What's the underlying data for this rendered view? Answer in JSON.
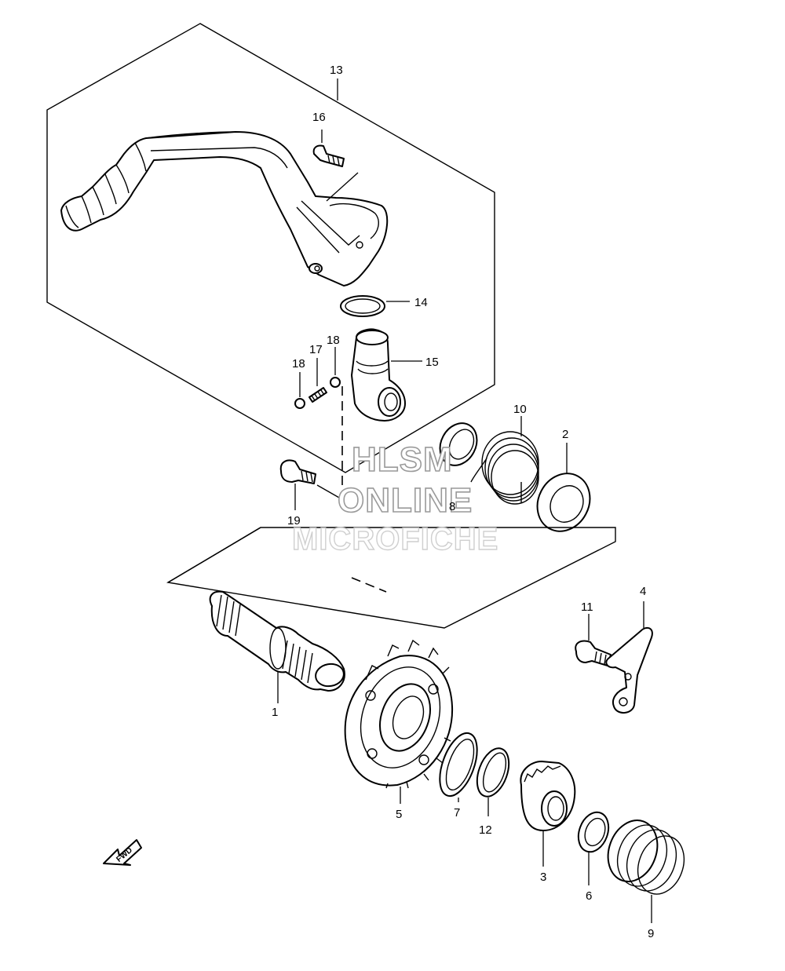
{
  "diagram": {
    "callouts": [
      {
        "id": "13",
        "label": "13"
      },
      {
        "id": "16",
        "label": "16"
      },
      {
        "id": "14",
        "label": "14"
      },
      {
        "id": "18a",
        "label": "18"
      },
      {
        "id": "17",
        "label": "17"
      },
      {
        "id": "18b",
        "label": "18"
      },
      {
        "id": "15",
        "label": "15"
      },
      {
        "id": "10",
        "label": "10"
      },
      {
        "id": "2",
        "label": "2"
      },
      {
        "id": "8",
        "label": "8"
      },
      {
        "id": "19",
        "label": "19"
      },
      {
        "id": "11",
        "label": "11"
      },
      {
        "id": "4",
        "label": "4"
      },
      {
        "id": "1",
        "label": "1"
      },
      {
        "id": "5",
        "label": "5"
      },
      {
        "id": "7",
        "label": "7"
      },
      {
        "id": "12",
        "label": "12"
      },
      {
        "id": "3",
        "label": "3"
      },
      {
        "id": "6",
        "label": "6"
      },
      {
        "id": "9",
        "label": "9"
      }
    ],
    "direction_marker": "FWD"
  },
  "watermark": {
    "line1": "HLSM",
    "line2": "ONLINE",
    "line3": "MICROFICHE"
  }
}
